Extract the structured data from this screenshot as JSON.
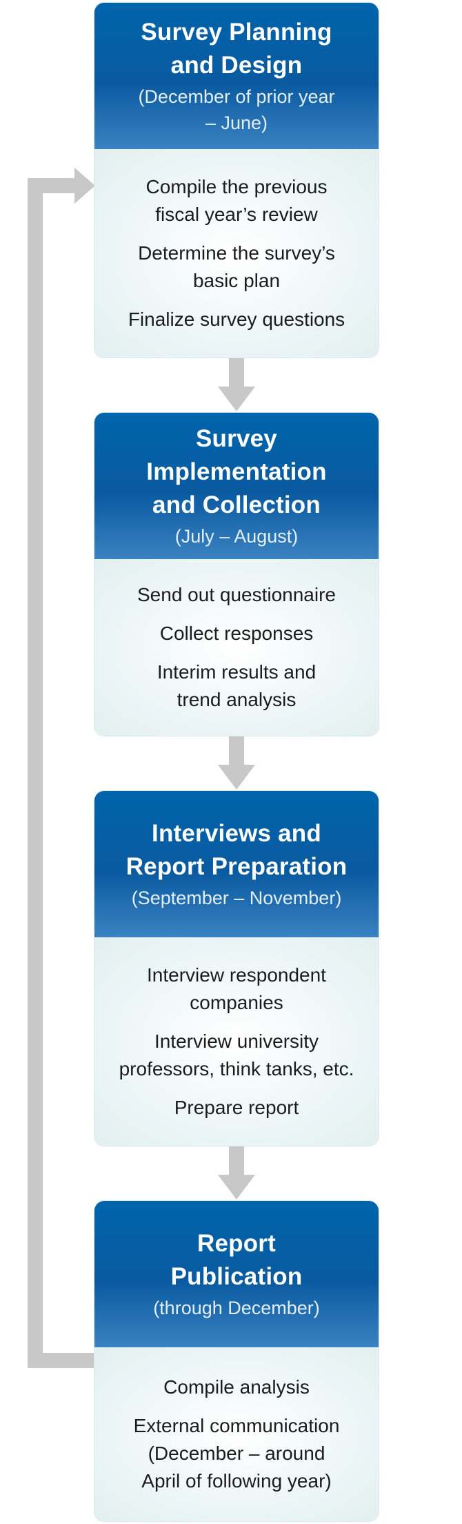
{
  "phases": [
    {
      "title": "Survey Planning\nand Design",
      "period": "(December of prior year\n– June)",
      "steps": [
        "Compile the previous\nfiscal year’s review",
        "Determine the survey’s\nbasic plan",
        "Finalize survey questions"
      ]
    },
    {
      "title": "Survey Implementation\nand Collection",
      "period": "(July – August)",
      "steps": [
        "Send out questionnaire",
        "Collect responses",
        "Interim results and\ntrend analysis"
      ]
    },
    {
      "title": "Interviews and\nReport Preparation",
      "period": "(September – November)",
      "steps": [
        "Interview respondent\ncompanies",
        "Interview university\nprofessors, think tanks, etc.",
        "Prepare report"
      ]
    },
    {
      "title": "Report\nPublication",
      "period": "(through December)",
      "steps": [
        "Compile analysis",
        "External communication\n(December – around\nApril of following year)"
      ]
    }
  ],
  "colors": {
    "header": "#0a5aa0",
    "body": "#eaf4f5",
    "connector": "#c8c8c8"
  }
}
